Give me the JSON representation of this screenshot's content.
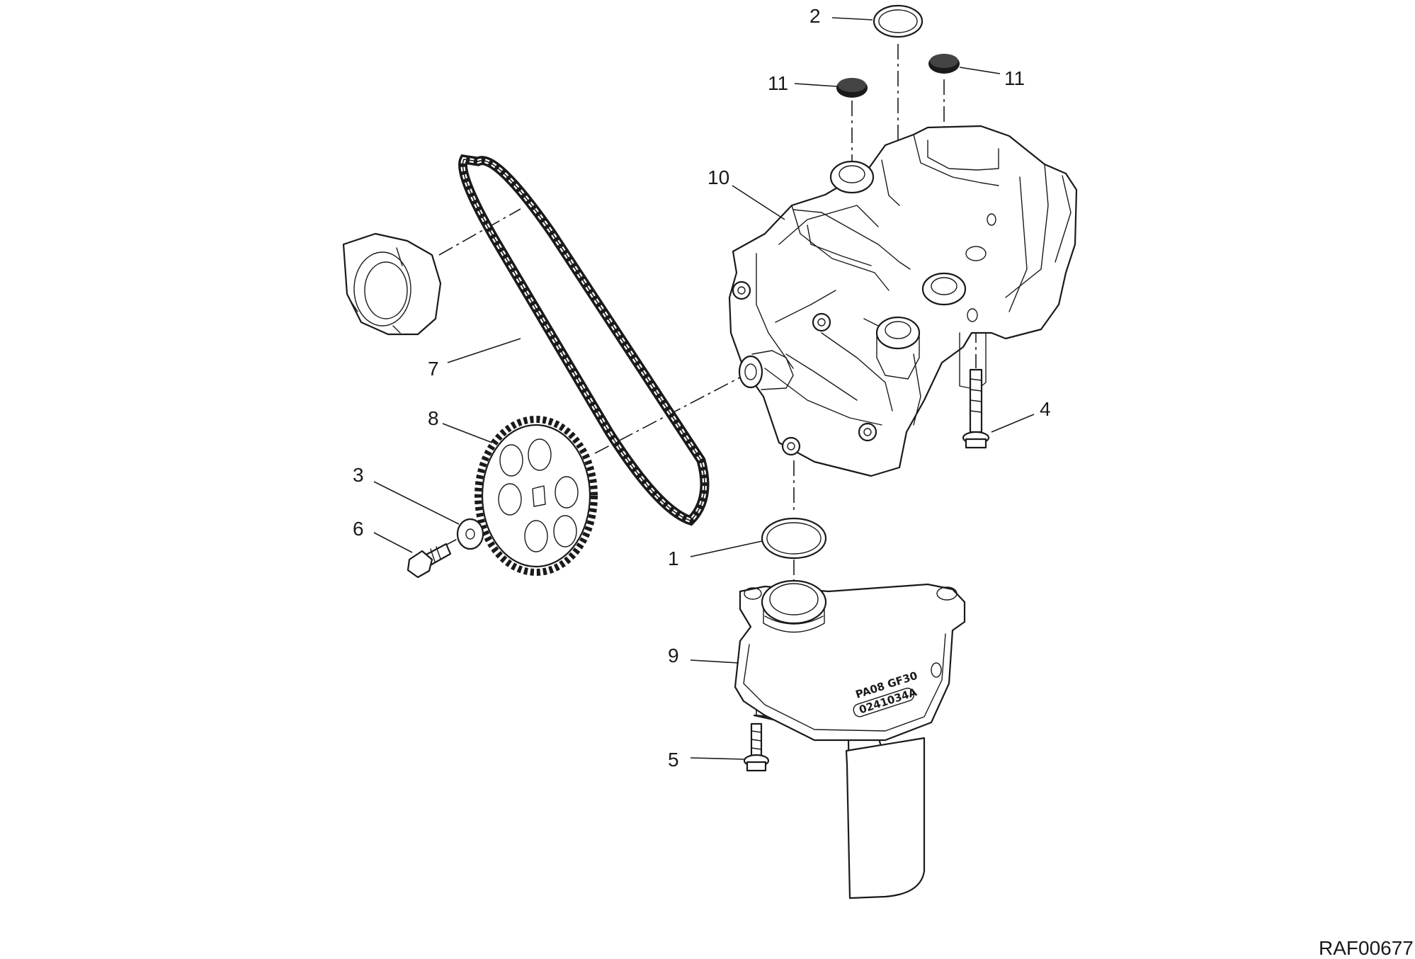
{
  "diagram": {
    "reference_code": "RAF00677",
    "callouts": {
      "c1": "1",
      "c2": "2",
      "c3": "3",
      "c4": "4",
      "c5": "5",
      "c6": "6",
      "c7": "7",
      "c8": "8",
      "c9": "9",
      "c10": "10",
      "c11a": "11",
      "c11b": "11"
    },
    "part_markings": {
      "line1": "PA08  GF30",
      "line2": "0241034A"
    }
  }
}
